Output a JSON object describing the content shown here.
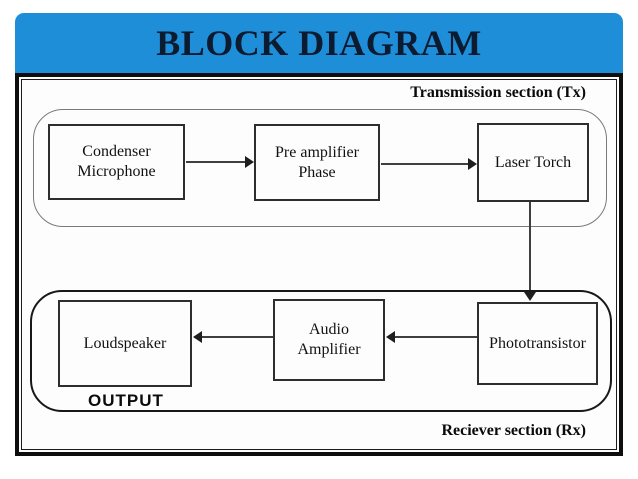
{
  "slide": {
    "title": "BLOCK DIAGRAM"
  },
  "colors": {
    "banner_blue": "#1F8ED9",
    "title_text": "#0D1B30",
    "box_border": "#2E2E2E",
    "connector": "#3F3F3F"
  },
  "diagram": {
    "tx": {
      "label": "Transmission section (Tx)",
      "blocks": [
        {
          "name": "condenser-microphone",
          "label": "Condenser\nMicrophone"
        },
        {
          "name": "pre-amplifier-phase",
          "label": "Pre amplifier\nPhase"
        },
        {
          "name": "laser-torch",
          "label": "Laser Torch"
        }
      ]
    },
    "rx": {
      "label": "Reciever section (Rx)",
      "output_label": "OUTPUT",
      "blocks": [
        {
          "name": "phototransistor",
          "label": "Phototransistor"
        },
        {
          "name": "audio-amplifier",
          "label": "Audio\nAmplifier"
        },
        {
          "name": "loudspeaker",
          "label": "Loudspeaker"
        }
      ]
    },
    "connections": [
      {
        "from": "condenser-microphone",
        "to": "pre-amplifier-phase",
        "direction": "right"
      },
      {
        "from": "pre-amplifier-phase",
        "to": "laser-torch",
        "direction": "right"
      },
      {
        "from": "laser-torch",
        "to": "phototransistor",
        "direction": "down"
      },
      {
        "from": "phototransistor",
        "to": "audio-amplifier",
        "direction": "left"
      },
      {
        "from": "audio-amplifier",
        "to": "loudspeaker",
        "direction": "left"
      }
    ]
  }
}
